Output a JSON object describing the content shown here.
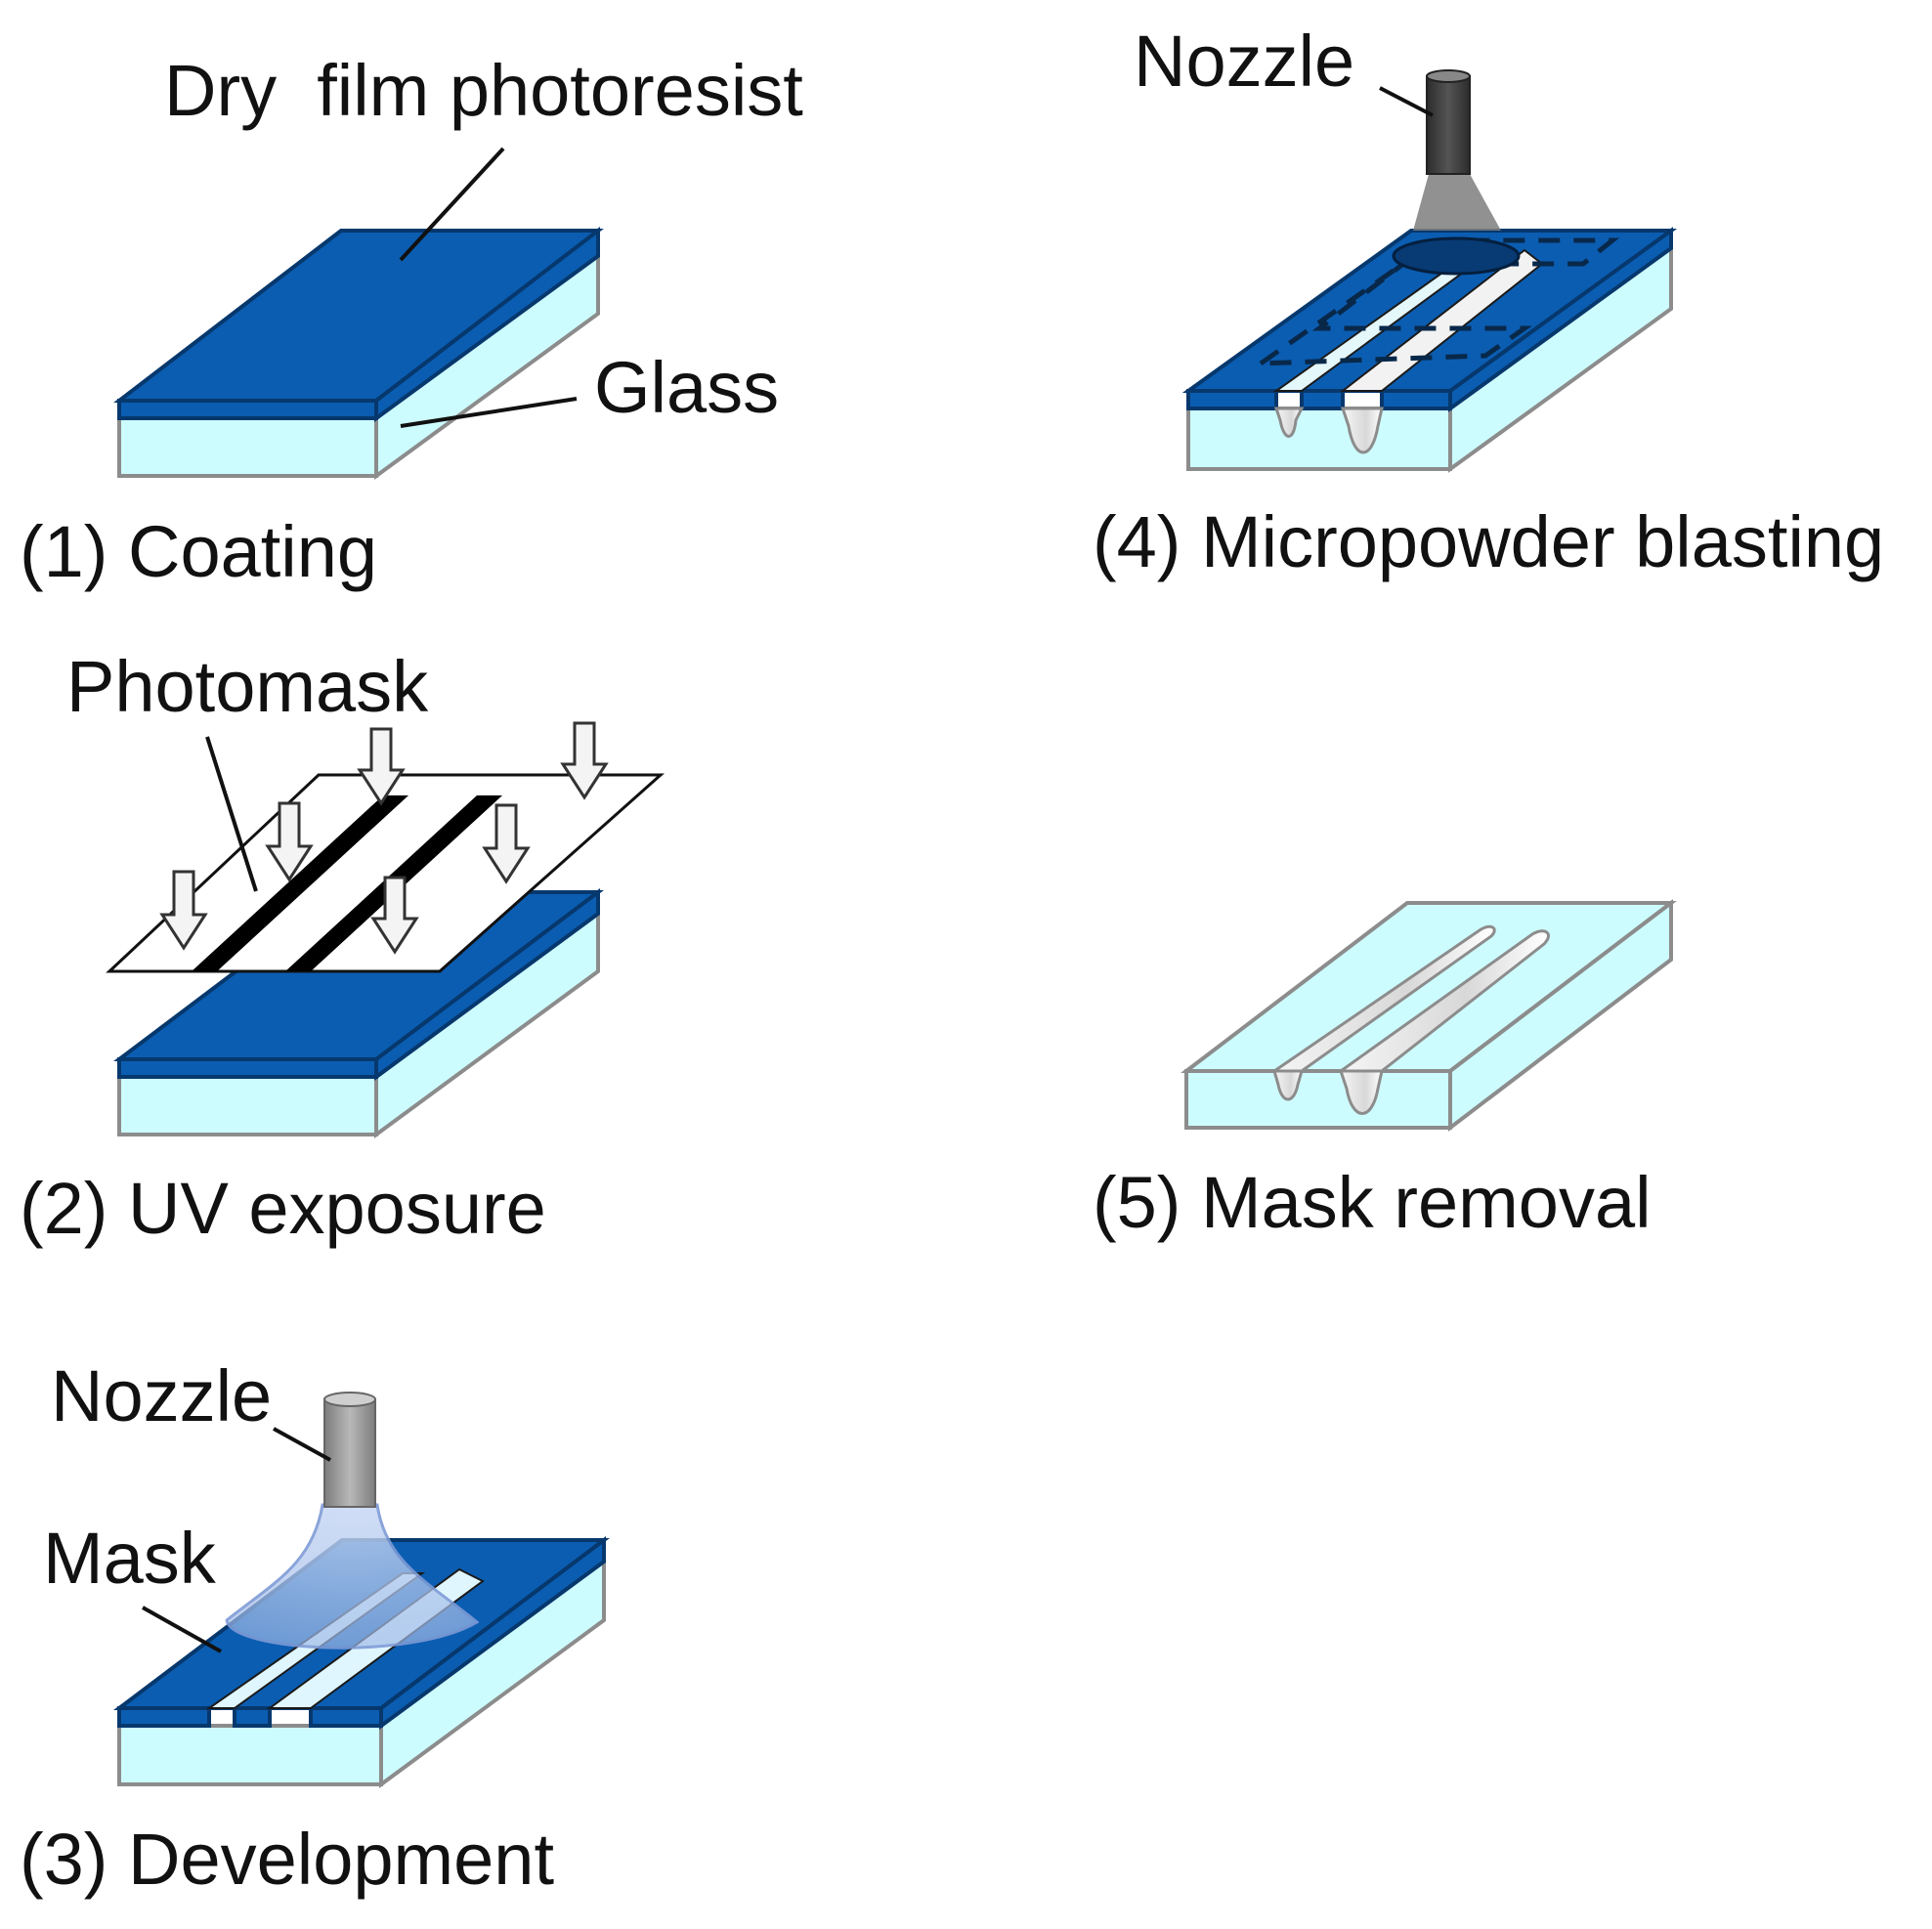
{
  "colors": {
    "photoresist": "#0b5db1",
    "photoresist_dark": "#07417e",
    "glass": "#cdfcff",
    "glass_side": "#d2f7fb",
    "outline": "#8c8c8c",
    "nozzle_dark": "#3a3a3a",
    "nozzle_light": "#9a9a9a",
    "spray": "#a9c4ea"
  },
  "steps": [
    {
      "caption": "(1) Coating",
      "labels": {
        "resist": "Dry  film photoresist",
        "glass": "Glass"
      }
    },
    {
      "caption": "(2) UV exposure",
      "labels": {
        "mask": "Photomask"
      }
    },
    {
      "caption": "(3) Development",
      "labels": {
        "nozzle": "Nozzle",
        "mask": "Mask"
      }
    },
    {
      "caption": "(4) Micropowder blasting",
      "labels": {
        "nozzle": "Nozzle"
      }
    },
    {
      "caption": "(5) Mask removal",
      "labels": {}
    }
  ]
}
